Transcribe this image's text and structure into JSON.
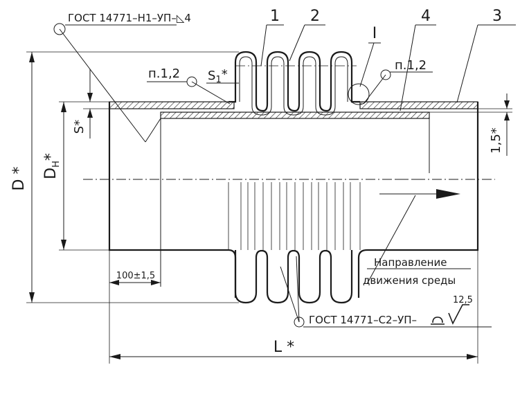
{
  "labels": {
    "gost_weld_top": "ГОСТ 14771–Н1–УП–◺4",
    "gost_weld_bottom": "ГОСТ 14771–С2–УП–",
    "roughness": "12,5",
    "pos1": "1",
    "pos2": "2",
    "pos3": "3",
    "pos4": "4",
    "detail": "I",
    "note_left": "п.1,2",
    "note_right": "п.1,2",
    "s1": "S",
    "s1_sub": "1",
    "s1_star": "*",
    "s": "S*",
    "dh": "D",
    "dh_sub": "Н",
    "dh_star": "*",
    "d": "D *",
    "l": "L *",
    "dim_100": "100±1,5",
    "dim_15": "1,5*",
    "flow_line1": "Направление",
    "flow_line2": "движения среды"
  },
  "colors": {
    "ink": "#1a1a1a",
    "hatch": "#1a1a1a"
  }
}
